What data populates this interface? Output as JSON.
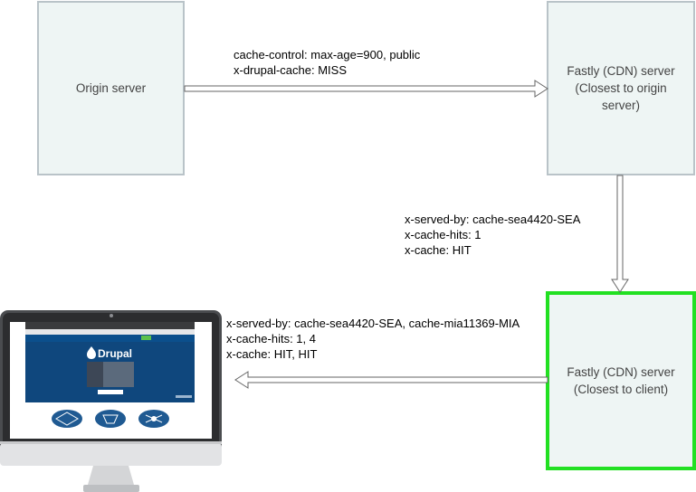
{
  "nodes": {
    "origin": {
      "label": "Origin server"
    },
    "cdn_origin": {
      "label": "Fastly (CDN) server\n(Closest to origin\nserver)"
    },
    "cdn_client": {
      "label": "Fastly (CDN) server\n(Closest to client)"
    }
  },
  "edges": {
    "origin_to_cdn": {
      "lines": [
        "cache-control: max-age=900, public",
        "x-drupal-cache: MISS"
      ]
    },
    "cdn_to_cdn": {
      "lines": [
        "x-served-by: cache-sea4420-SEA",
        "x-cache-hits: 1",
        "x-cache: HIT"
      ]
    },
    "cdn_to_client": {
      "lines": [
        "x-served-by: cache-sea4420-SEA, cache-mia11369-MIA",
        "x-cache-hits: 1, 4",
        "x-cache: HIT, HIT"
      ]
    }
  },
  "client_screen": {
    "brand": "Drupal"
  },
  "colors": {
    "box_fill": "#eef5f4",
    "box_border": "#b9c3c8",
    "highlight_border": "#22e022",
    "arrow_fill": "#ffffff",
    "arrow_stroke": "#666666",
    "site_blue": "#0b4f8c"
  },
  "icons": [
    "monitor-icon",
    "drupal-drop-icon"
  ]
}
